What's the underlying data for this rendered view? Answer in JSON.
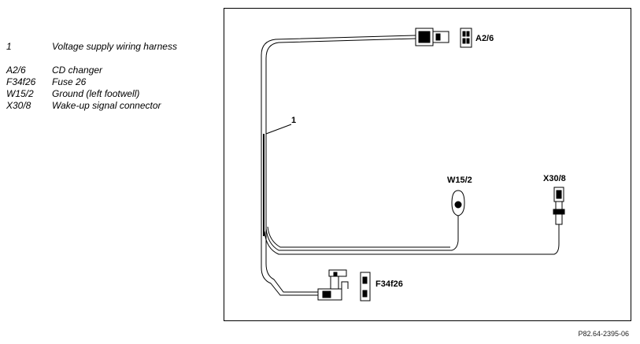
{
  "legend": {
    "items": [
      {
        "code": "1",
        "label": "Voltage supply wiring harness"
      },
      {
        "code": "A2/6",
        "label": "CD changer"
      },
      {
        "code": "F34f26",
        "label": "Fuse 26"
      },
      {
        "code": "W15/2",
        "label": "Ground (left footwell)"
      },
      {
        "code": "X30/8",
        "label": "Wake-up signal connector"
      }
    ]
  },
  "diagram": {
    "labels": {
      "harness": "1",
      "cd_changer": "A2/6",
      "ground": "W15/2",
      "wake_up": "X30/8",
      "fuse": "F34f26"
    }
  },
  "reference_code": "P82.64-2395-06"
}
